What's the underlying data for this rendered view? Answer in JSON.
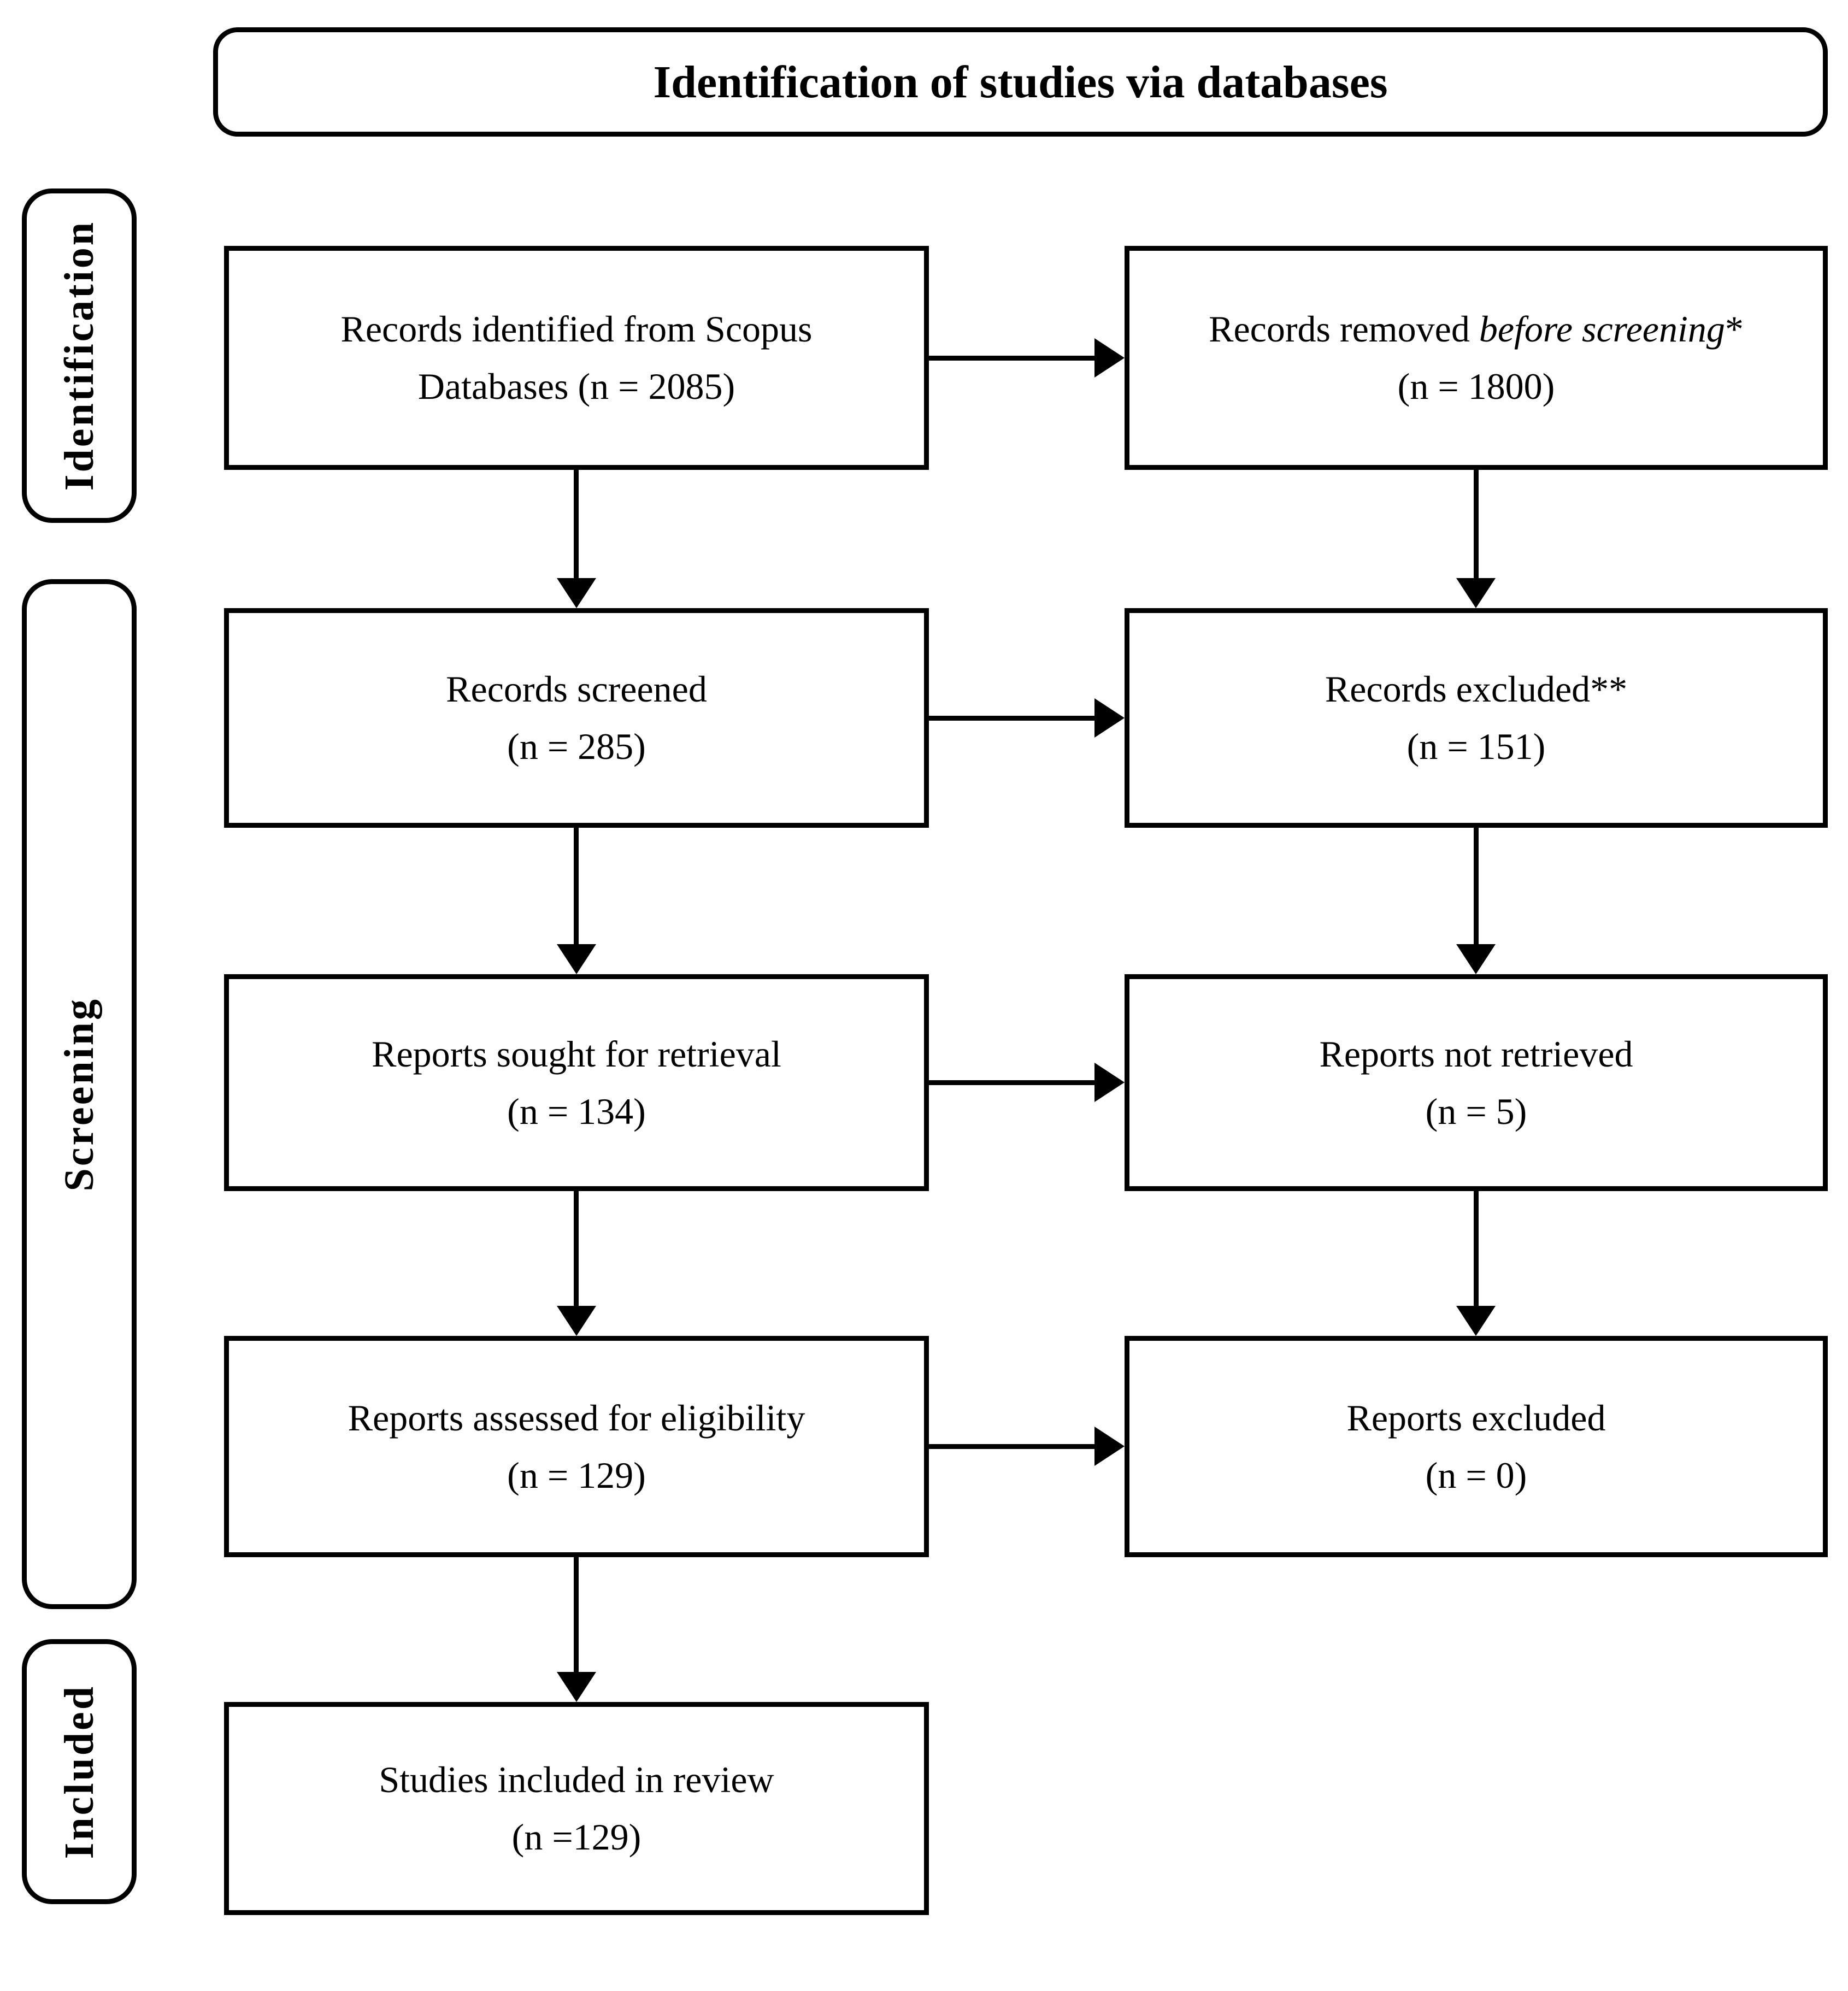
{
  "diagram": {
    "header": "Identification of studies via databases",
    "stage_labels": [
      "Identification",
      "Screening",
      "Included"
    ],
    "left_boxes": [
      {
        "line1": "Records identified from Scopus",
        "line2": "Databases (n = 2085)"
      },
      {
        "line1": "Records screened",
        "line2": "(n = 285)"
      },
      {
        "line1": "Reports sought for retrieval",
        "line2": "(n = 134)"
      },
      {
        "line1": "Reports assessed for eligibility",
        "line2": "(n = 129)"
      },
      {
        "line1": "Studies included in review",
        "line2": "(n =129)"
      }
    ],
    "right_boxes": [
      {
        "prefix": "Records removed ",
        "italic": "before screening",
        "suffix": "*",
        "line2": "(n = 1800)"
      },
      {
        "line1": "Records excluded**",
        "line2": "(n = 151)"
      },
      {
        "line1": "Reports not retrieved",
        "line2": "(n = 5)"
      },
      {
        "line1": "Reports excluded",
        "line2": "(n = 0)"
      }
    ],
    "colors": {
      "line": "#000000",
      "background": "#ffffff"
    }
  }
}
